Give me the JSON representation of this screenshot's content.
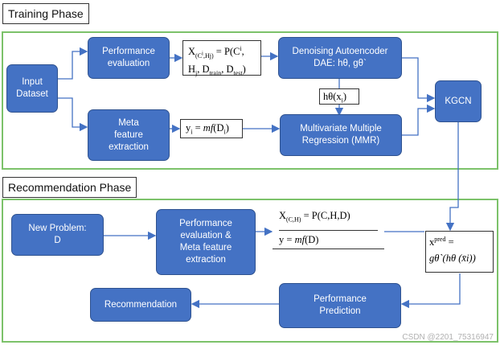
{
  "phases": {
    "training": "Training Phase",
    "recommendation": "Recommendation Phase"
  },
  "training": {
    "input_dataset": "Input\nDataset",
    "performance_evaluation": "Performance\nevaluation",
    "meta_feature_extraction": "Meta\nfeature\nextraction",
    "denoising_autoencoder": "Denoising Autoencoder\nDAE: hθ, gθ`",
    "mmr": "Multivariate Multiple\nRegression (MMR)",
    "kgcn": "KGCN",
    "formula_perf": {
      "x_sym": "X",
      "x_sub": "(C",
      "x_sub_sup": "i",
      "x_sub_end": ",Hj)",
      "eq": " = P(C",
      "eq_sup": "i",
      "eq_end": ",",
      "line2_h": "H",
      "line2_h_sub": "j",
      "line2_d": ", D",
      "line2_d_sub": "train",
      "line2_d2": ", D",
      "line2_d2_sub": "test",
      "line2_end": ")"
    },
    "formula_meta": {
      "y": "y",
      "y_sub": "i",
      "eq": " = ",
      "mf": "mf",
      "open": "(D",
      "d_sub": "i",
      "close": ")"
    },
    "formula_h": {
      "text": "hθ(x",
      "sub": "i",
      "close": ")"
    }
  },
  "recommendation": {
    "new_problem": "New Problem:\nD",
    "perf_meta": "Performance\nevaluation &\nMeta feature\nextraction",
    "performance_prediction": "Performance\nPrediction",
    "recommendation": "Recommendation",
    "formula_xy": {
      "x": "X",
      "x_sub": "(C,H)",
      "x_eq": " = P(C,H,D)",
      "y": "y = ",
      "mf": "mf",
      "y_end": "(D)"
    },
    "formula_pred": {
      "x": "x",
      "x_sup": "pred",
      "eq": " =",
      "line2": "gθ`(hθ (x̄i))"
    }
  },
  "watermark": "CSDN @2201_75316947",
  "colors": {
    "box_fill": "#4472c4",
    "box_border": "#2f528f",
    "panel_border": "#7cc26a",
    "arrow": "#4472c4"
  }
}
